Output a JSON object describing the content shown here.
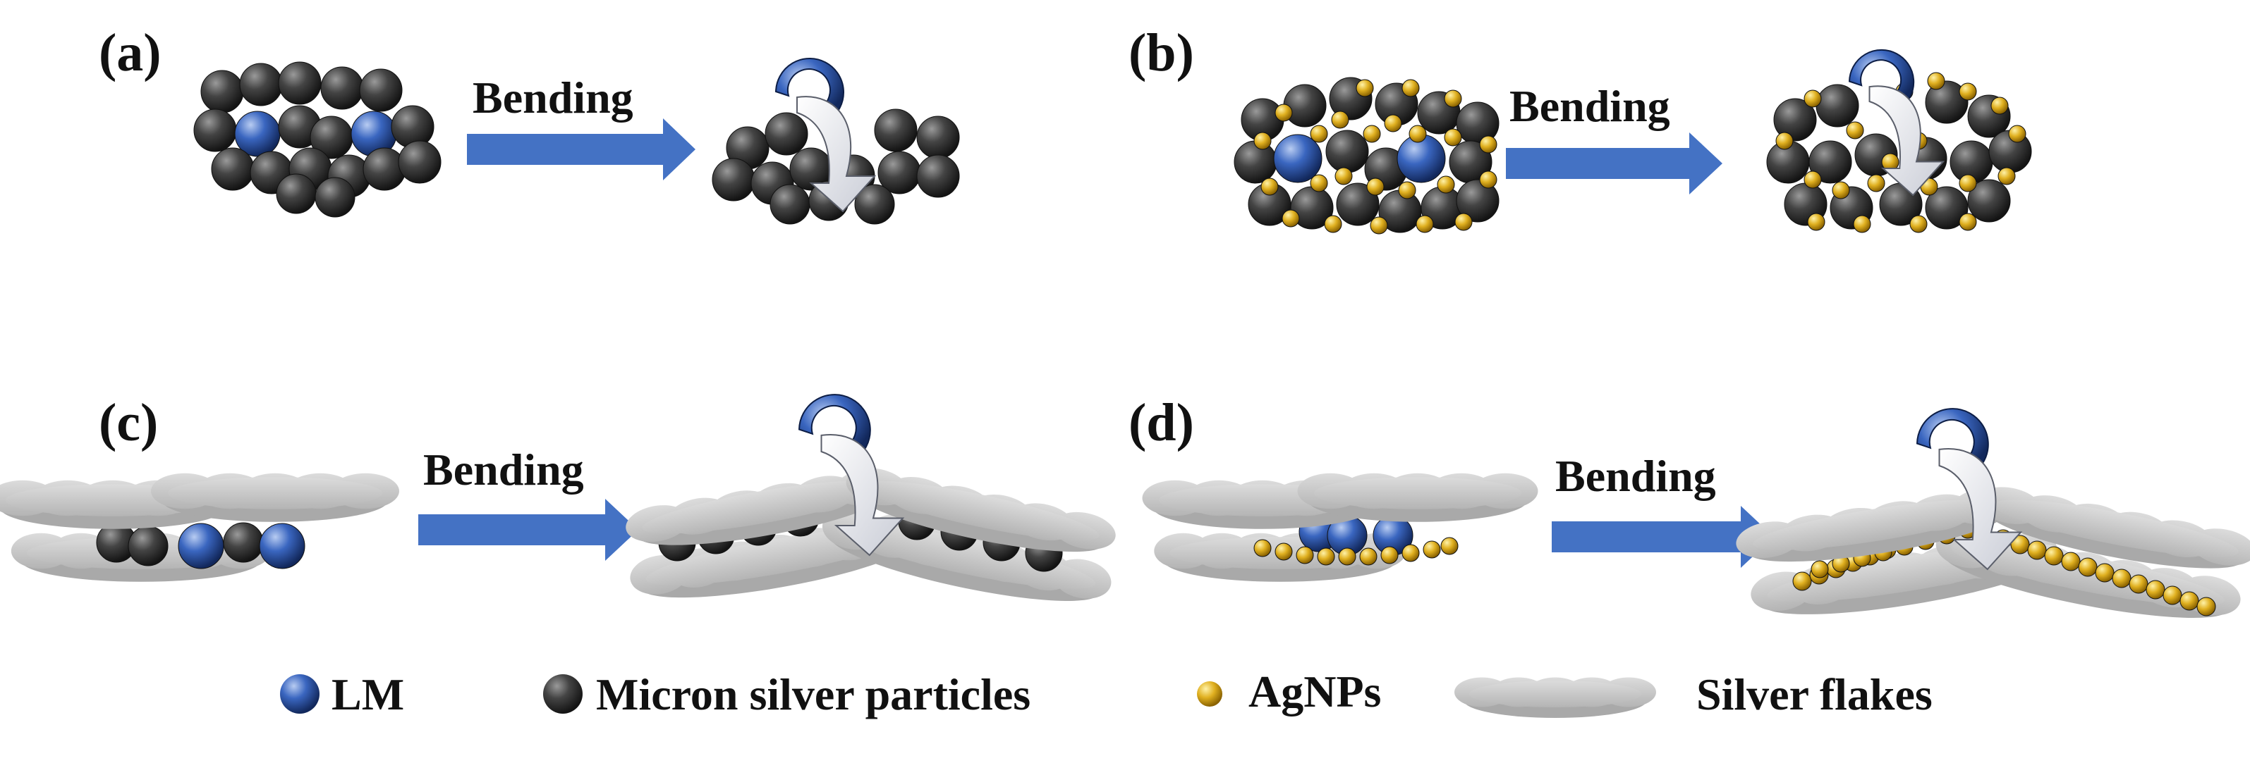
{
  "panels": [
    {
      "label": "(a)",
      "arrow_text": "Bending"
    },
    {
      "label": "(b)",
      "arrow_text": "Bending"
    },
    {
      "label": "(c)",
      "arrow_text": "Bending"
    },
    {
      "label": "(d)",
      "arrow_text": "Bending"
    }
  ],
  "legend": {
    "items": [
      {
        "label": "LM",
        "icon": "blue-sphere-icon"
      },
      {
        "label": "Micron silver particles",
        "icon": "dark-sphere-icon"
      },
      {
        "label": "AgNPs",
        "icon": "gold-sphere-icon"
      },
      {
        "label": "Silver flakes",
        "icon": "flake-icon"
      }
    ]
  },
  "colors": {
    "arrow": "#4472c4",
    "lm": "#3a66c0",
    "micron": "#3d3d3d",
    "agnp": "#e0b020",
    "flake": "#c8c8c8"
  }
}
